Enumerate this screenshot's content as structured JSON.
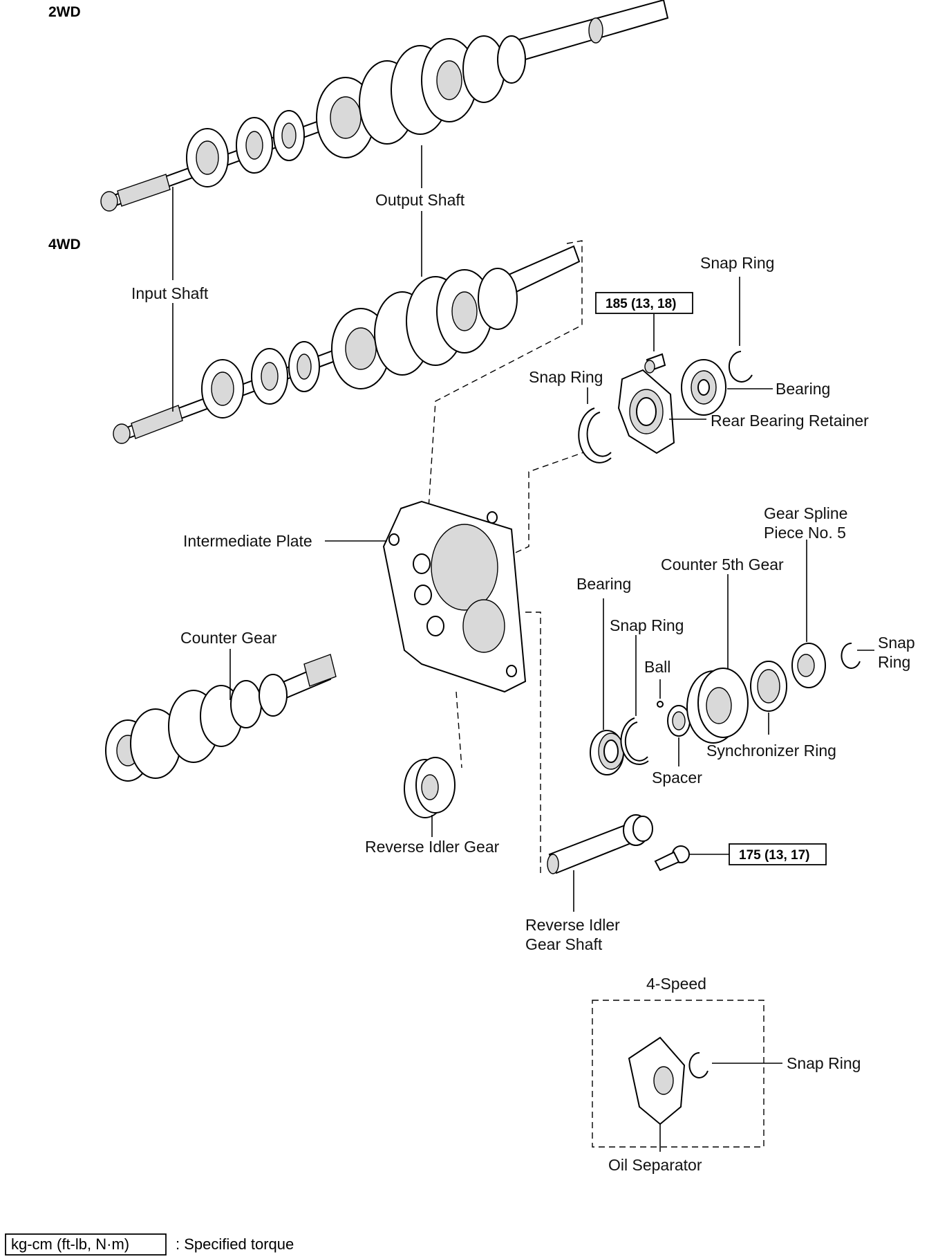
{
  "sections": {
    "top": "2WD",
    "middle": "4WD",
    "inset": "4-Speed"
  },
  "labels": {
    "output_shaft": "Output Shaft",
    "input_shaft": "Input Shaft",
    "snap_ring_top": "Snap Ring",
    "bearing_top": "Bearing",
    "rear_bearing_retainer": "Rear Bearing Retainer",
    "snap_ring_mid": "Snap Ring",
    "intermediate_plate": "Intermediate Plate",
    "gear_spline_line1": "Gear Spline",
    "gear_spline_line2": "Piece No. 5",
    "counter_5th_gear": "Counter 5th Gear",
    "bearing_mid": "Bearing",
    "snap_ring_counter": "Snap Ring",
    "ball": "Ball",
    "snap_ring_right_line1": "Snap",
    "snap_ring_right_line2": "Ring",
    "counter_gear": "Counter Gear",
    "synchronizer_ring": "Synchronizer Ring",
    "spacer": "Spacer",
    "reverse_idler_gear": "Reverse Idler Gear",
    "reverse_idler_shaft_line1": "Reverse Idler",
    "reverse_idler_shaft_line2": "Gear Shaft",
    "snap_ring_inset": "Snap Ring",
    "oil_separator": "Oil Separator"
  },
  "torques": {
    "retainer_bolt": "185 (13, 18)",
    "shaft_bolt": "175 (13, 17)"
  },
  "legend": {
    "unit": "kg-cm (ft-lb, N·m)",
    "description": ": Specified torque"
  }
}
